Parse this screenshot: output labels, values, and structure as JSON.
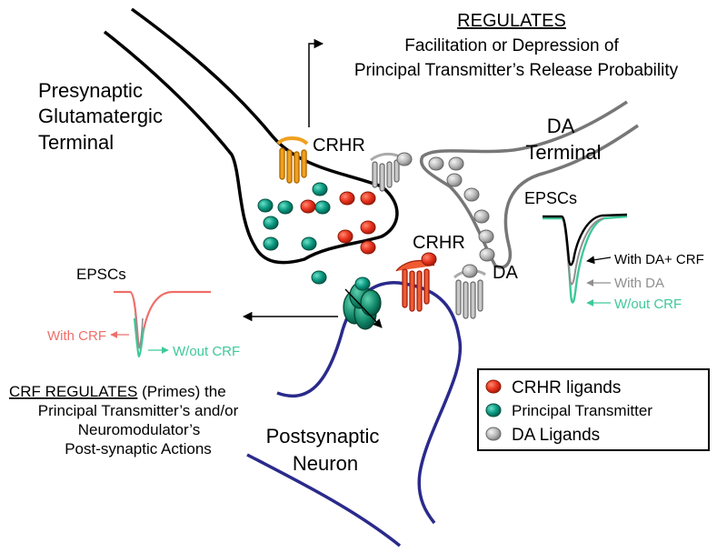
{
  "labels": {
    "presynaptic": [
      "Presynaptic",
      "Glutamatergic",
      "Terminal"
    ],
    "regulates_title": "REGULATES",
    "regulates_lines": [
      "Facilitation or Depression of",
      "Principal Transmitter’s Release Probability"
    ],
    "da_terminal": [
      "DA",
      "Terminal"
    ],
    "crhr_top": "CRHR",
    "crhr_mid": "CRHR",
    "da": "DA",
    "postsynaptic": [
      "Postsynaptic",
      "Neuron"
    ],
    "crf_regulates_title": "CRF REGULATES",
    "crf_regulates_rest": " (Primes) the",
    "crf_regulates_lines": [
      "Principal Transmitter’s and/or",
      "Neuromodulator’s",
      "Post-synaptic Actions"
    ]
  },
  "epsc_left": {
    "title": "EPSCs",
    "with_label": "With CRF",
    "without_label": "W/out CRF"
  },
  "epsc_right": {
    "title": "EPSCs",
    "with_da_crf": "With DA+ CRF",
    "with_da": "With DA",
    "without": "W/out CRF"
  },
  "legend": {
    "items": [
      {
        "label": "CRHR ligands",
        "color": "#e8321e"
      },
      {
        "label": "Principal Transmitter",
        "color": "#0a9a82"
      },
      {
        "label": "DA Ligands",
        "color": "#b4b4b4"
      }
    ]
  },
  "colors": {
    "crf_red": "#e8321e",
    "transmitter_teal": "#0a9a82",
    "da_gray": "#9a9a9a",
    "receptor_orange": "#f0a020",
    "neuron_blue": "#2a2a8c",
    "epsc_red": "#ee6f6a",
    "epsc_green": "#3ec99a",
    "epsc_gray": "#909090"
  }
}
